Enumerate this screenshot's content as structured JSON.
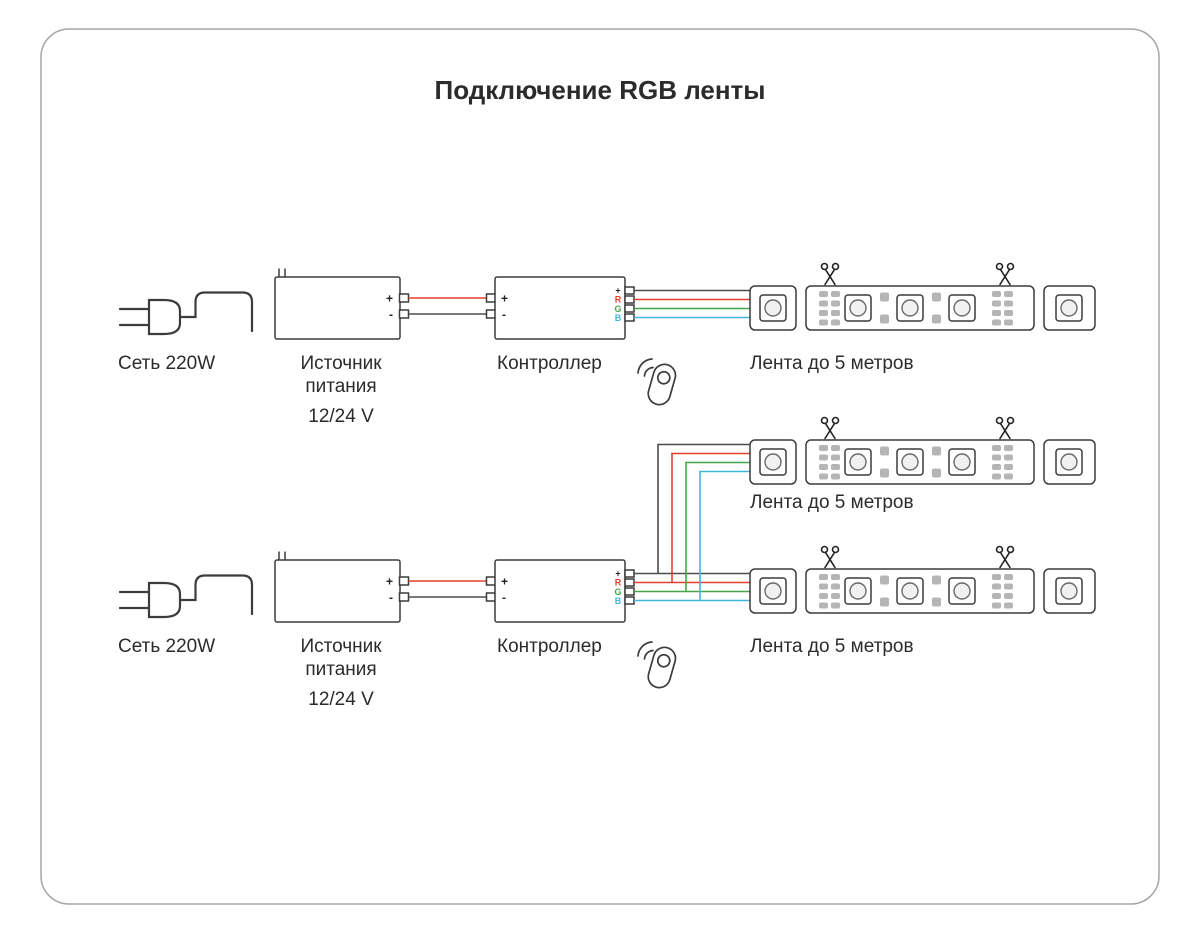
{
  "title": "Подключение RGB ленты",
  "labels": {
    "mains": "Сеть 220W",
    "psu_line1": "Источник",
    "psu_line2": "питания",
    "psu_voltage": "12/24 V",
    "controller": "Контроллер",
    "strip": "Лента до 5 метров"
  },
  "terminals": {
    "plus": "+",
    "minus": "-",
    "r": "R",
    "g": "G",
    "b": "B"
  },
  "icons": {
    "cut_points": "scissors-icon",
    "wireless_remote": "remote-control-icon",
    "mains_plug": "power-plug-icon"
  },
  "colors": {
    "red": "#e2402c",
    "green": "#46a64b",
    "blue": "#45b4dc",
    "dark": "#4d4d4d",
    "outline": "#3c3c3c",
    "border": "#a6a6a6",
    "text": "#2b2b2b",
    "pad": "#b5b5b5"
  }
}
